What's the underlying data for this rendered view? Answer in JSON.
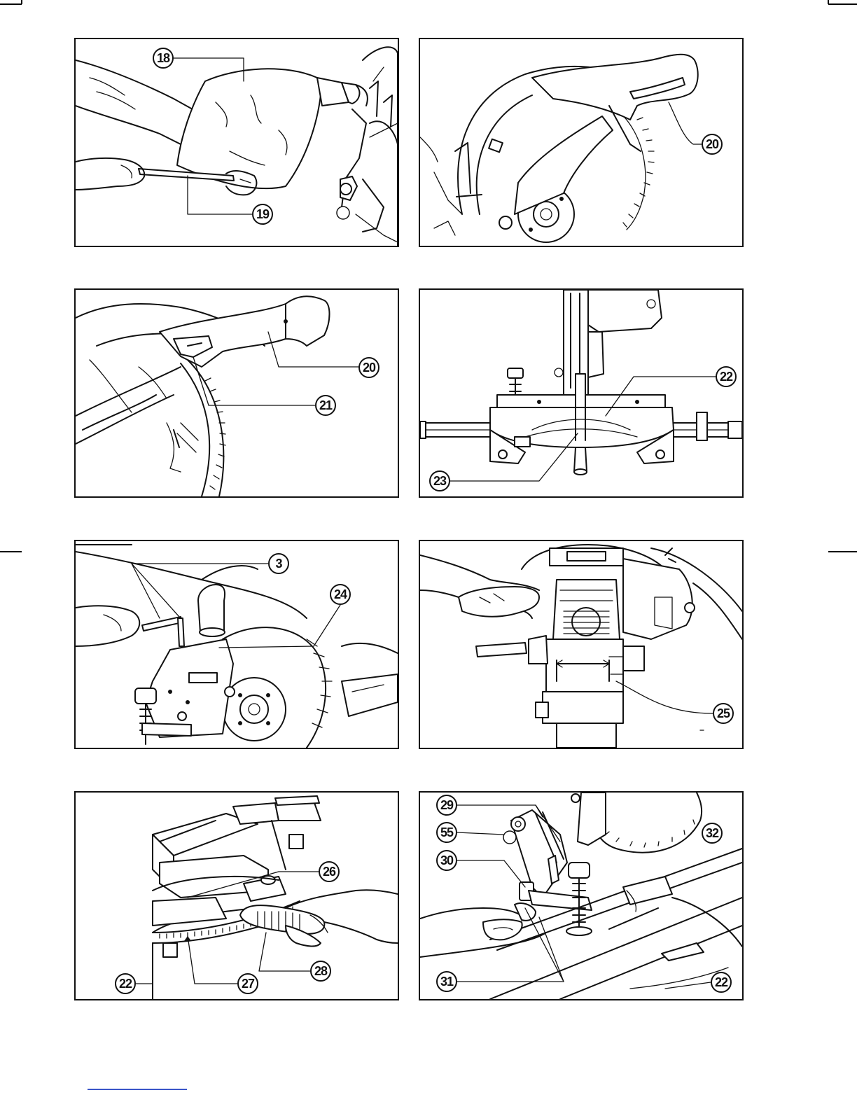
{
  "figures": [
    {
      "id": "fig-1",
      "callouts": [
        "18",
        "19"
      ],
      "icons": [
        "dust-bag",
        "hand",
        "saw-head"
      ]
    },
    {
      "id": "fig-2",
      "callouts": [
        "20"
      ],
      "icons": [
        "saw-blade",
        "handle"
      ]
    },
    {
      "id": "fig-3",
      "callouts": [
        "20",
        "21"
      ],
      "icons": [
        "handle",
        "switch-trigger",
        "saw-blade"
      ]
    },
    {
      "id": "fig-4",
      "callouts": [
        "22",
        "23"
      ],
      "icons": [
        "turn-base",
        "fence",
        "vise-knob"
      ]
    },
    {
      "id": "fig-5",
      "callouts": [
        "3",
        "24"
      ],
      "icons": [
        "hex-wrench",
        "hand",
        "saw-head"
      ]
    },
    {
      "id": "fig-6",
      "callouts": [
        "25"
      ],
      "icons": [
        "motor",
        "hand",
        "workpiece"
      ]
    },
    {
      "id": "fig-7",
      "callouts": [
        "26",
        "27",
        "28",
        "22"
      ],
      "icons": [
        "miter-scale",
        "grip",
        "hand"
      ]
    },
    {
      "id": "fig-8",
      "callouts": [
        "29",
        "55",
        "30",
        "31",
        "32",
        "22"
      ],
      "icons": [
        "vertical-vise",
        "hand",
        "saw-blade"
      ]
    }
  ]
}
